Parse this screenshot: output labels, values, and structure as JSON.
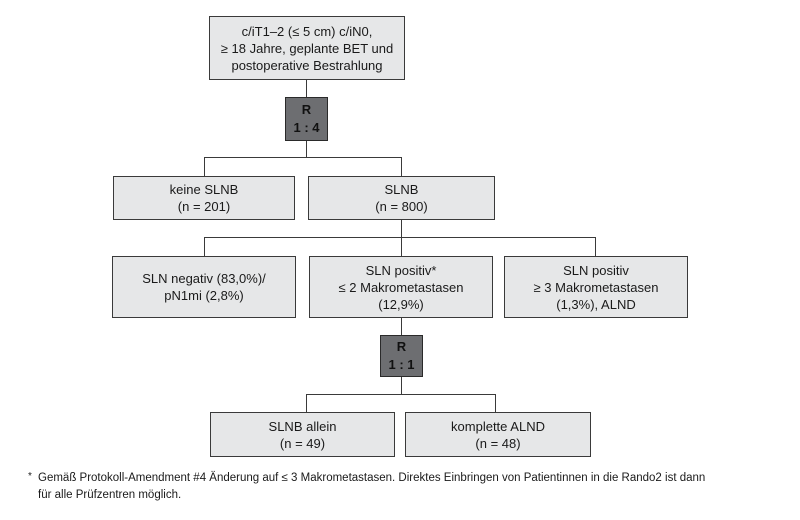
{
  "top_box": {
    "line1": "c/iT1–2 (≤ 5 cm) c/iN0,",
    "line2": "≥ 18 Jahre, geplante BET und",
    "line3": "postoperative Bestrahlung"
  },
  "rand1": {
    "r": "R",
    "ratio": "1 : 4"
  },
  "no_slnb": {
    "label": "keine SLNB",
    "n": "(n = 201)"
  },
  "slnb": {
    "label": "SLNB",
    "n": "(n = 800)"
  },
  "sln_negative": {
    "line1": "SLN negativ (83,0%)/",
    "line2": "pN1mi (2,8%)"
  },
  "sln_pos_le2": {
    "line1": "SLN positiv*",
    "line2": "≤ 2 Makrometastasen",
    "line3": "(12,9%)"
  },
  "sln_pos_ge3": {
    "line1": "SLN positiv",
    "line2": "≥ 3 Makrometastasen",
    "line3": "(1,3%), ALND"
  },
  "rand2": {
    "r": "R",
    "ratio": "1 : 1"
  },
  "slnb_alone": {
    "label": "SLNB allein",
    "n": "(n = 49)"
  },
  "complete_alnd": {
    "label": "komplette ALND",
    "n": "(n = 48)"
  },
  "footnote": {
    "mark": "*",
    "line1": "Gemäß Protokoll-Amendment #4 Änderung auf ≤ 3 Makrometastasen. Direktes Einbringen von Patientinnen in die Rando2 ist dann",
    "line2": "für alle Prüfzentren möglich."
  }
}
